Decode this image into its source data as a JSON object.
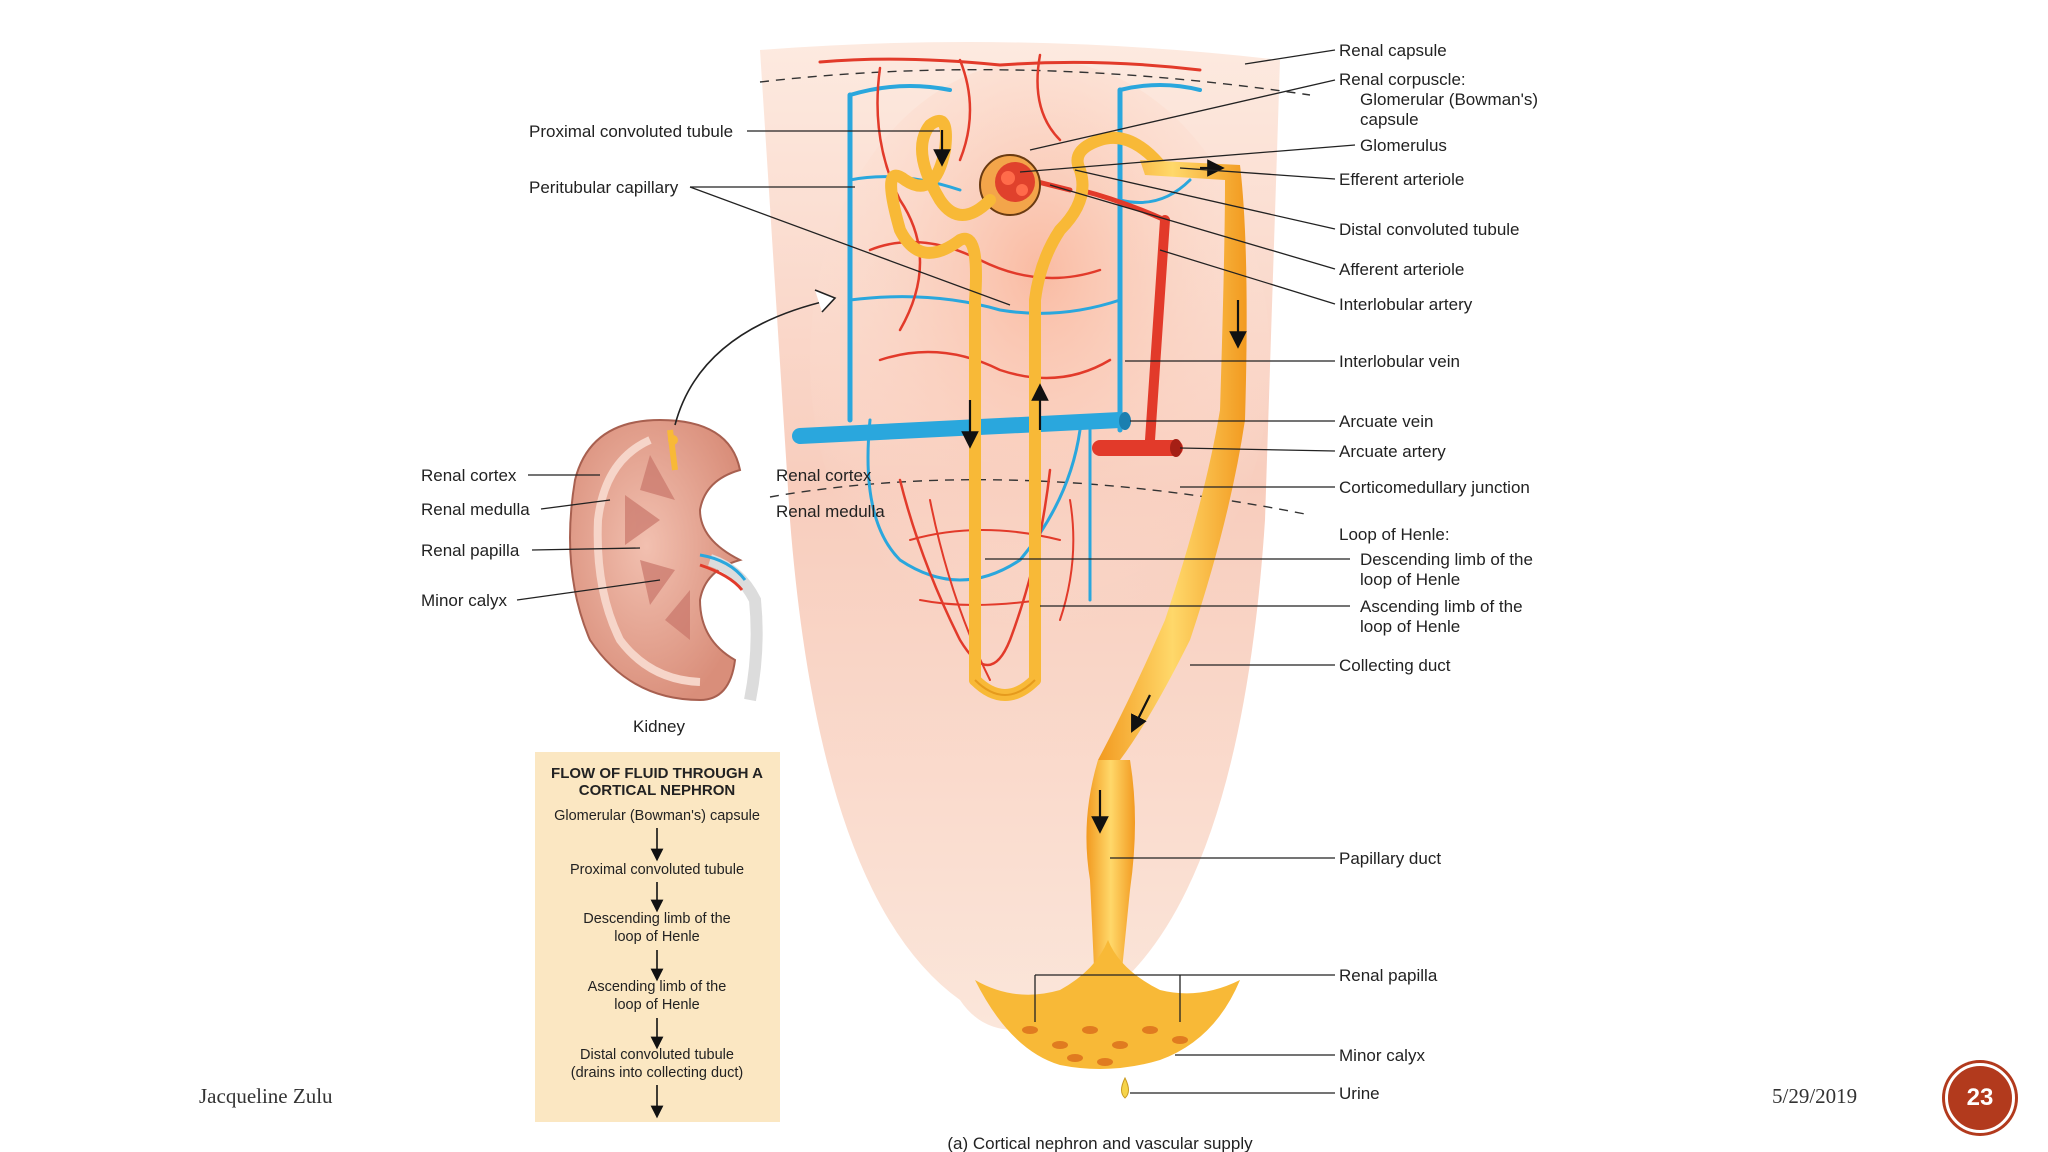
{
  "diagram": {
    "right_labels": {
      "renal_capsule": "Renal capsule",
      "renal_corpuscle": "Renal corpuscle:",
      "glomerular_capsule_1": "Glomerular (Bowman's)",
      "glomerular_capsule_2": "capsule",
      "glomerulus": "Glomerulus",
      "efferent_arteriole": "Efferent arteriole",
      "distal_convoluted_tubule": "Distal convoluted tubule",
      "afferent_arteriole": "Afferent arteriole",
      "interlobular_artery": "Interlobular artery",
      "interlobular_vein": "Interlobular vein",
      "arcuate_vein": "Arcuate vein",
      "arcuate_artery": "Arcuate artery",
      "corticomedullary_junction": "Corticomedullary junction",
      "loop_of_henle": "Loop of Henle:",
      "descending_limb_1": "Descending limb of the",
      "descending_limb_2": "loop of Henle",
      "ascending_limb_1": "Ascending limb of the",
      "ascending_limb_2": "loop of Henle",
      "collecting_duct": "Collecting duct",
      "papillary_duct": "Papillary duct",
      "renal_papilla": "Renal papilla",
      "minor_calyx": "Minor calyx",
      "urine": "Urine"
    },
    "left_labels": {
      "proximal_convoluted_tubule": "Proximal convoluted tubule",
      "peritubular_capillary": "Peritubular capillary",
      "renal_cortex_inner": "Renal cortex",
      "renal_medulla_inner": "Renal medulla"
    },
    "kidney_labels": {
      "renal_cortex": "Renal cortex",
      "renal_medulla": "Renal medulla",
      "renal_papilla": "Renal papilla",
      "minor_calyx": "Minor calyx",
      "kidney": "Kidney"
    },
    "flow_box": {
      "title_1": "FLOW OF FLUID THROUGH A",
      "title_2": "CORTICAL NEPHRON",
      "steps": [
        "Glomerular (Bowman's) capsule",
        "Proximal convoluted tubule",
        "Descending limb of the",
        "loop of Henle",
        "Ascending limb of the",
        "loop of Henle",
        "Distal convoluted tubule",
        "(drains into collecting duct)"
      ]
    },
    "caption": "(a) Cortical nephron and vascular supply"
  },
  "footer": {
    "author": "Jacqueline Zulu",
    "date": "5/29/2019",
    "slide_number": "23"
  },
  "colors": {
    "artery": "#e23a2a",
    "vein": "#2aa7dd",
    "tubule": "#f8b937",
    "tissue": "#f6c7b6",
    "flow_box_bg": "#fbe7c2",
    "badge": "#b23a1d"
  }
}
